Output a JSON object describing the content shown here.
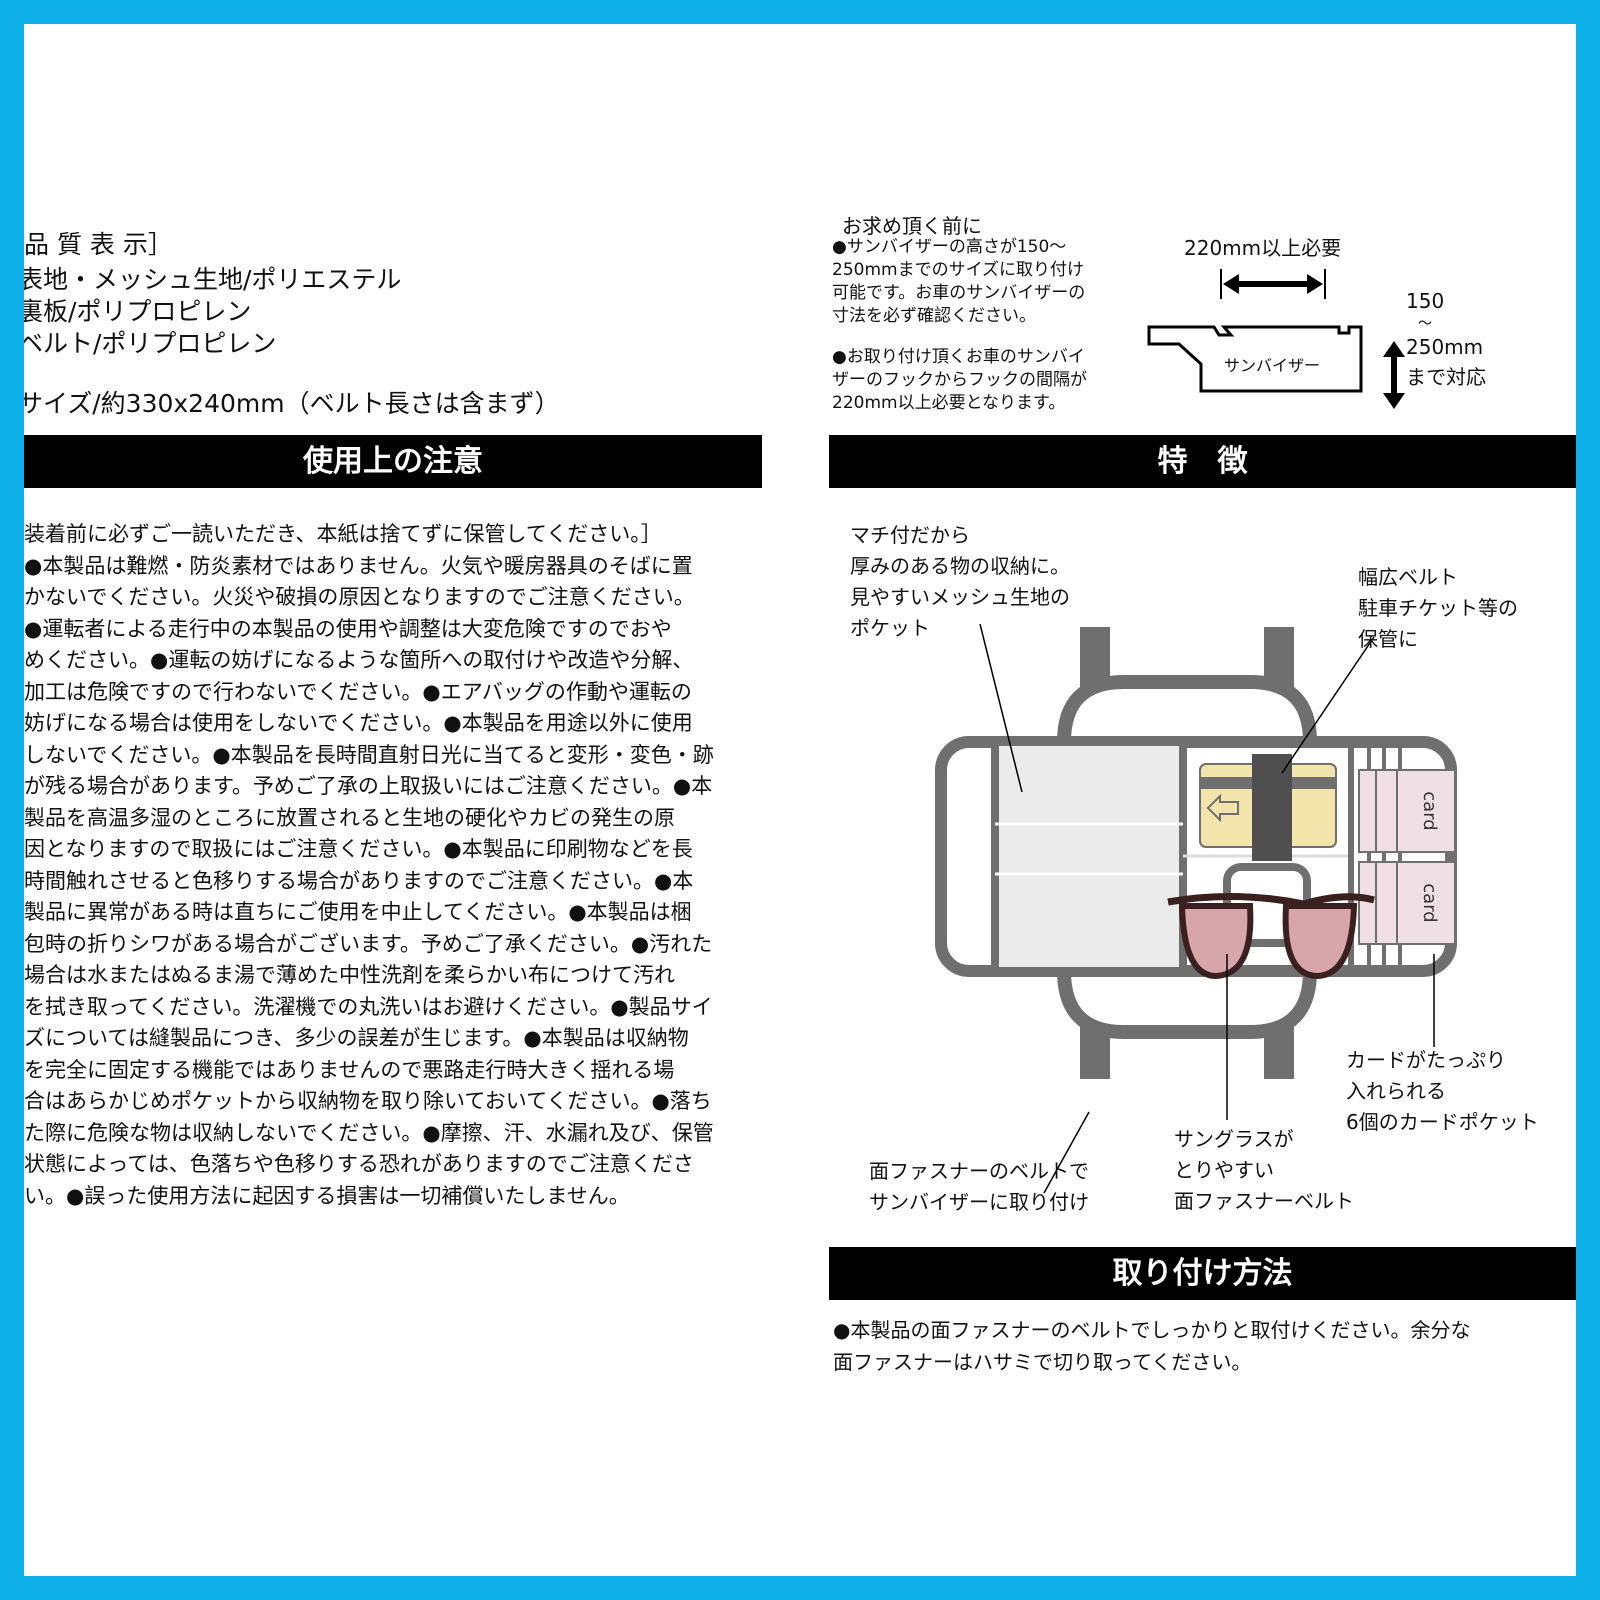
{
  "quality": {
    "heading": "品 質 表 示］",
    "lines": [
      "表地・メッシュ生地/ポリエステル",
      "裏板/ポリプロピレン",
      "ベルト/ポリプロピレン"
    ],
    "size": "サイズ/約330x240mm（ベルト長さは含まず）"
  },
  "caution": {
    "title": "使用上の注意",
    "lines": [
      "装着前に必ずご一読いただき、本紙は捨てずに保管してください。］",
      "●本製品は難燃・防炎素材ではありません。火気や暖房器具のそばに置",
      "かないでください。火災や破損の原因となりますのでご注意ください。",
      "●運転者による走行中の本製品の使用や調整は大変危険ですのでおや",
      "めください。●運転の妨げになるような箇所への取付けや改造や分解、",
      "加工は危険ですので行わないでください。●エアバッグの作動や運転の",
      "妨げになる場合は使用をしないでください。●本製品を用途以外に使用",
      "しないでください。●本製品を長時間直射日光に当てると変形・変色・跡",
      "が残る場合があります。予めご了承の上取扱いにはご注意ください。●本",
      "製品を高温多湿のところに放置されると生地の硬化やカビの発生の原",
      "因となりますので取扱にはご注意ください。●本製品に印刷物などを長",
      "時間触れさせると色移りする場合がありますのでご注意ください。●本",
      "製品に異常がある時は直ちにご使用を中止してください。●本製品は梱",
      "包時の折りシワがある場合がございます。予めご了承ください。●汚れた",
      "場合は水またはぬるま湯で薄めた中性洗剤を柔らかい布につけて汚れ",
      "を拭き取ってください。洗濯機での丸洗いはお避けください。●製品サイ",
      "ズについては縫製品につき、多少の誤差が生じます。●本製品は収納物",
      "を完全に固定する機能ではありませんので悪路走行時大きく揺れる場",
      "合はあらかじめポケットから収納物を取り除いておいてください。●落ち",
      "た際に危険な物は収納しないでください。●摩擦、汗、水漏れ及び、保管",
      "状態によっては、色落ちや色移りする恐れがありますのでご注意くださ",
      "い。●誤った使用方法に起因する損害は一切補償いたしません。"
    ]
  },
  "before": {
    "title": "お求め頂く前に",
    "p1": [
      "●サンバイザーの高さが150～",
      "250mmまでのサイズに取り付け",
      "可能です。お車のサンバイザーの",
      "寸法を必ず確認ください。"
    ],
    "p2": [
      "●お取り付け頂くお車のサンバイ",
      "ザーのフックからフックの間隔が",
      "220mm以上必要となります。"
    ],
    "width_label": "220mm以上必要",
    "visor_label": "サンバイザー",
    "height_label": [
      "150",
      "～",
      "250mm",
      "まで対応"
    ]
  },
  "features": {
    "title": "特　徴",
    "callouts": {
      "mesh": [
        "マチ付だから",
        "厚みのある物の収納に。",
        "見やすいメッシュ生地の",
        "ポケット"
      ],
      "belt": [
        "幅広ベルト",
        "駐車チケット等の",
        "保管に"
      ],
      "cards": [
        "カードがたっぷり",
        "入れられる",
        "6個のカードポケット"
      ],
      "sunglasses": [
        "サングラスが",
        "とりやすい",
        "面ファスナーベルト"
      ],
      "fastener": [
        "面ファスナーのベルトで",
        "サンバイザーに取り付け"
      ]
    },
    "card_text": "card"
  },
  "install": {
    "title": "取り付け方法",
    "lines": [
      "●本製品の面ファスナーのベルトでしっかりと取付けください。余分な",
      "面ファスナーはハサミで切り取ってください。"
    ]
  }
}
